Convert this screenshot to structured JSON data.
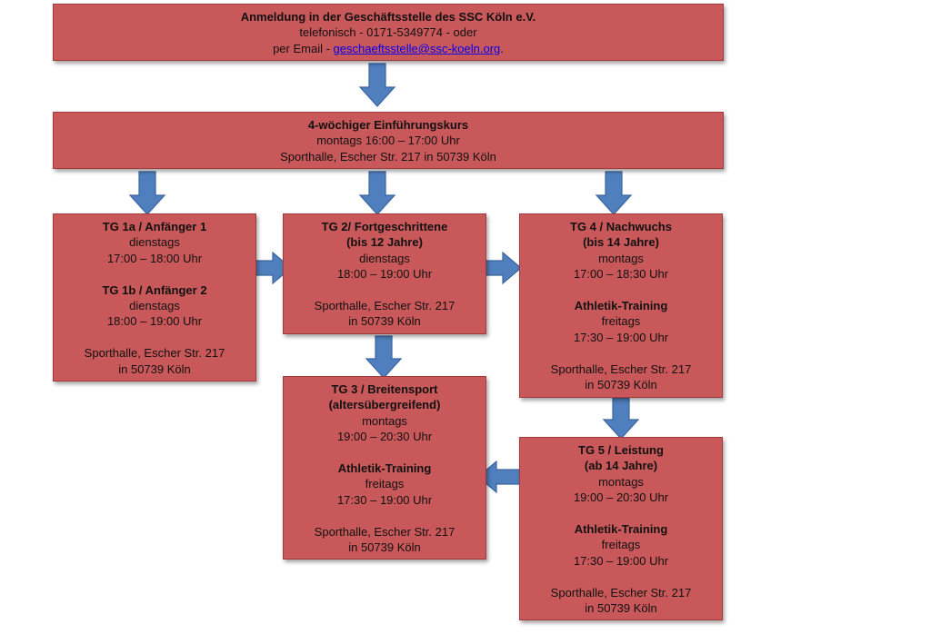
{
  "registration": {
    "title": "Anmeldung in der Geschäftsstelle des SSC Köln e.V.",
    "phone_line": "telefonisch - 0171-5349774 - oder",
    "email_prefix": "per Email - ",
    "email": "geschaeftsstelle@ssc-koeln.org",
    "email_suffix": "."
  },
  "intro_course": {
    "title": "4-wöchiger Einführungskurs",
    "schedule": "montags  16:00 – 17:00  Uhr",
    "location": "Sporthalle, Escher Str. 217 in 50739 Köln"
  },
  "tg1": {
    "title_a": "TG 1a / Anfänger 1",
    "day_a": "dienstags",
    "time_a": "17:00 – 18:00  Uhr",
    "title_b": "TG 1b / Anfänger 2",
    "day_b": "dienstags",
    "time_b": "18:00 – 19:00  Uhr",
    "location_1": "Sporthalle, Escher Str. 217",
    "location_2": "in 50739 Köln"
  },
  "tg2": {
    "title": "TG 2/ Fortgeschrittene",
    "age": "(bis  12 Jahre)",
    "day": "dienstags",
    "time": "18:00 – 19:00  Uhr",
    "location_1": "Sporthalle, Escher Str. 217",
    "location_2": "in 50739 Köln"
  },
  "tg3": {
    "title": "TG 3 / Breitensport",
    "age": "(altersübergreifend)",
    "day": "montags",
    "time": "19:00 – 20:30  Uhr",
    "extra_title": "Athletik-Training",
    "extra_day": "freitags",
    "extra_time": "17:30 – 19:00 Uhr",
    "location_1": "Sporthalle, Escher Str. 217",
    "location_2": "in 50739 Köln"
  },
  "tg4": {
    "title": "TG 4 / Nachwuchs",
    "age": "(bis 14 Jahre)",
    "day": "montags",
    "time": "17:00 – 18:30  Uhr",
    "extra_title": "Athletik-Training",
    "extra_day": "freitags",
    "extra_time": "17:30 – 19:00 Uhr",
    "location_1": "Sporthalle, Escher Str. 217",
    "location_2": "in 50739 Köln"
  },
  "tg5": {
    "title": "TG 5 / Leistung",
    "age": "(ab 14 Jahre)",
    "day": "montags",
    "time": "19:00 – 20:30  Uhr",
    "extra_title": "Athletik-Training",
    "extra_day": "freitags",
    "extra_time": "17:30 – 19:00 Uhr",
    "location_1": "Sporthalle, Escher Str. 217",
    "location_2": "in 50739 Köln"
  },
  "colors": {
    "box_fill": "#c9585a",
    "box_border": "#a23a3c",
    "arrow_fill": "#4f7fbd",
    "link": "#0000ee"
  }
}
